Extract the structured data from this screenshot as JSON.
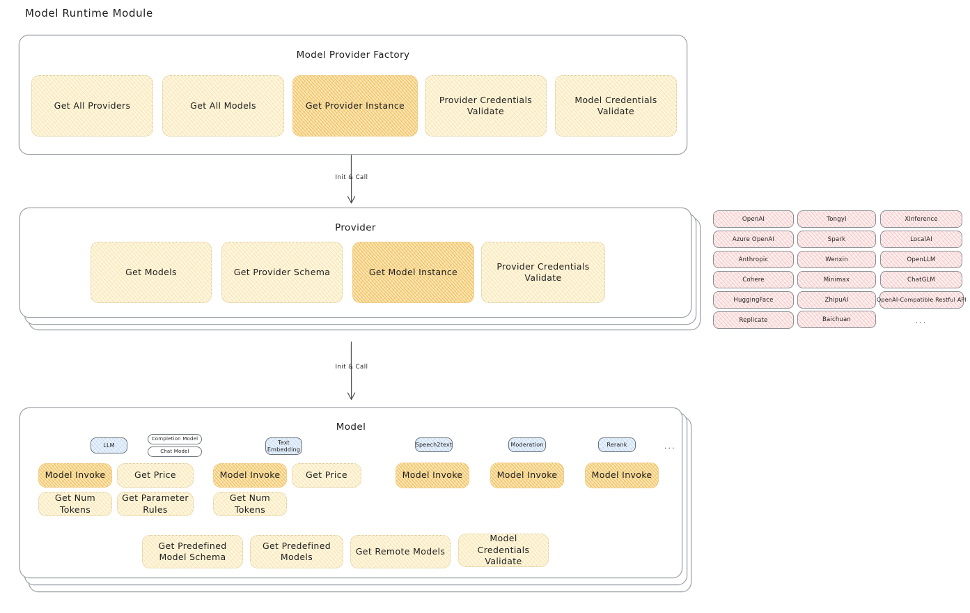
{
  "page": {
    "title": "Model Runtime Module"
  },
  "colors": {
    "node_light": "#fdf6e0",
    "node_highlight": "#fbe6bb",
    "provider_tag": "#fdeeee",
    "badge_blue": "#e8f1fb",
    "stroke": "#9aa0a6",
    "text": "#1e1e1e"
  },
  "factory": {
    "title": "Model Provider Factory",
    "nodes": [
      {
        "label": "Get All Providers",
        "highlight": false
      },
      {
        "label": "Get All Models",
        "highlight": false
      },
      {
        "label": "Get Provider Instance",
        "highlight": true
      },
      {
        "label": "Provider Credentials Validate",
        "highlight": false
      },
      {
        "label": "Model Credentials Validate",
        "highlight": false
      }
    ]
  },
  "arrows": [
    {
      "label": "Init & Call",
      "from": "Model Provider Factory",
      "to": "Provider"
    },
    {
      "label": "Init & Call",
      "from": "Provider",
      "to": "Model"
    }
  ],
  "provider": {
    "title": "Provider",
    "nodes": [
      {
        "label": "Get Models",
        "highlight": false
      },
      {
        "label": "Get Provider Schema",
        "highlight": false
      },
      {
        "label": "Get Model Instance",
        "highlight": true
      },
      {
        "label": "Provider Credentials Validate",
        "highlight": false
      }
    ]
  },
  "provider_tags": {
    "columns": [
      [
        "OpenAI",
        "Azure OpenAI",
        "Anthropic",
        "Cohere",
        "HuggingFace",
        "Replicate"
      ],
      [
        "Tongyi",
        "Spark",
        "Wenxin",
        "Minimax",
        "ZhipuAI",
        "Baichuan"
      ],
      [
        "Xinference",
        "LocalAI",
        "OpenLLM",
        "ChatGLM",
        "OpenAI-Compatible Restful API",
        "..."
      ]
    ]
  },
  "model": {
    "title": "Model",
    "more_indicator": "...",
    "types": [
      {
        "badge": "LLM",
        "sub_badges": [
          "Completion Model",
          "Chat Model"
        ],
        "nodes": [
          {
            "label": "Model Invoke",
            "highlight": true
          },
          {
            "label": "Get Price",
            "highlight": false
          },
          {
            "label": "Get Num Tokens",
            "highlight": false
          },
          {
            "label": "Get Parameter Rules",
            "highlight": false
          }
        ]
      },
      {
        "badge": "Text Embedding",
        "sub_badges": [],
        "nodes": [
          {
            "label": "Model Invoke",
            "highlight": true
          },
          {
            "label": "Get Price",
            "highlight": false
          },
          {
            "label": "Get Num Tokens",
            "highlight": false
          }
        ]
      },
      {
        "badge": "Speech2text",
        "sub_badges": [],
        "nodes": [
          {
            "label": "Model Invoke",
            "highlight": true
          }
        ]
      },
      {
        "badge": "Moderation",
        "sub_badges": [],
        "nodes": [
          {
            "label": "Model Invoke",
            "highlight": true
          }
        ]
      },
      {
        "badge": "Rerank",
        "sub_badges": [],
        "nodes": [
          {
            "label": "Model Invoke",
            "highlight": true
          }
        ]
      }
    ],
    "shared_nodes": [
      {
        "label": "Get Predefined Model Schema"
      },
      {
        "label": "Get Predefined Models"
      },
      {
        "label": "Get Remote Models"
      },
      {
        "label": "Model Credentials Validate"
      }
    ]
  }
}
